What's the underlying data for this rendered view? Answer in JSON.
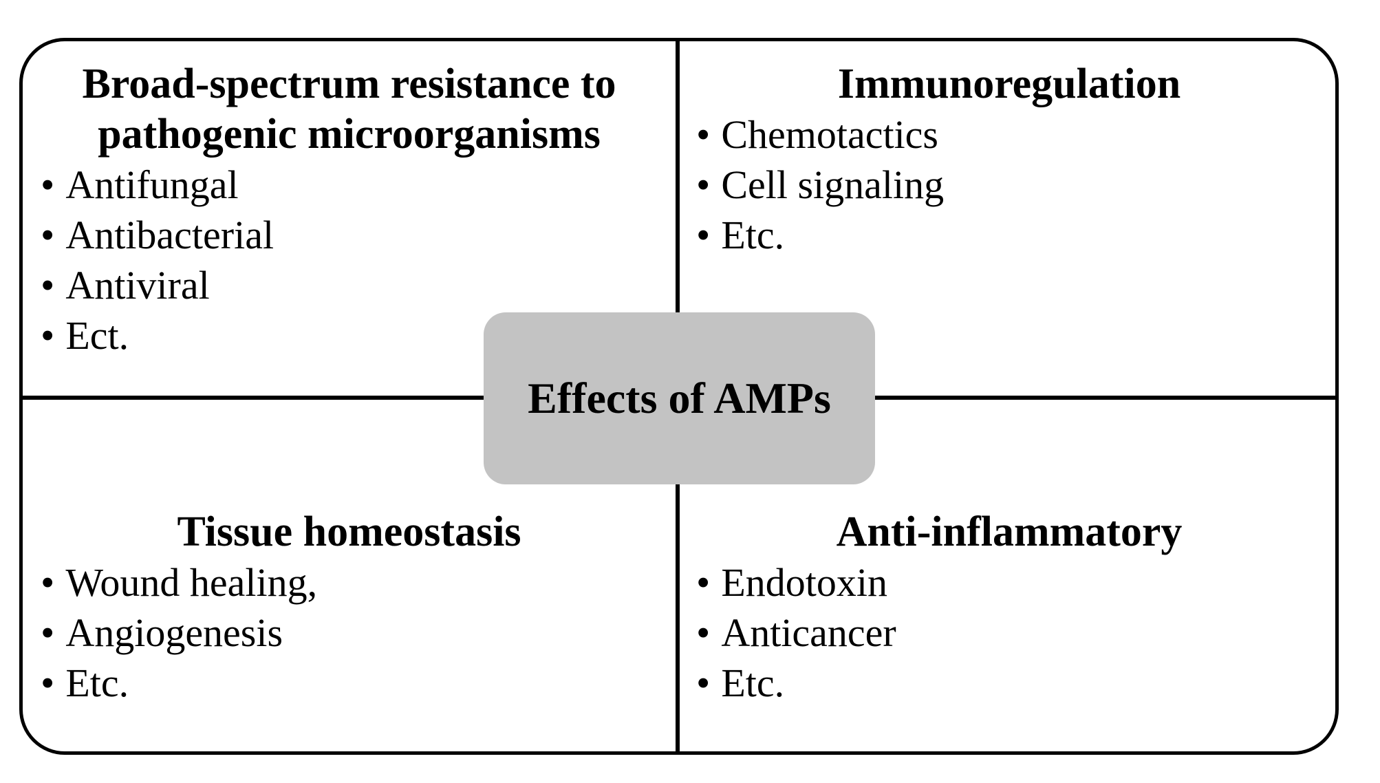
{
  "diagram": {
    "center": {
      "label": "Effects of AMPs"
    },
    "bullet_glyph": "•",
    "colors": {
      "background": "#ffffff",
      "line": "#000000",
      "text": "#000000",
      "center_box_fill": "#c3c3c3"
    },
    "quadrants": [
      {
        "position": "top-left",
        "title": "Broad-spectrum resistance to pathogenic microorganisms",
        "title_lines": [
          "Broad-spectrum resistance to",
          "pathogenic microorganisms"
        ],
        "items": [
          "Antifungal",
          "Antibacterial",
          "Antiviral",
          "Ect."
        ]
      },
      {
        "position": "top-right",
        "title": "Immunoregulation",
        "title_lines": [
          "Immunoregulation"
        ],
        "items": [
          "Chemotactics",
          "Cell signaling",
          "Etc."
        ]
      },
      {
        "position": "bottom-left",
        "title": "Tissue homeostasis",
        "title_lines": [
          "Tissue homeostasis"
        ],
        "items": [
          "Wound healing,",
          "Angiogenesis",
          "Etc."
        ]
      },
      {
        "position": "bottom-right",
        "title": "Anti-inflammatory",
        "title_lines": [
          "Anti-inflammatory"
        ],
        "items": [
          "Endotoxin",
          "Anticancer",
          "Etc."
        ]
      }
    ]
  }
}
